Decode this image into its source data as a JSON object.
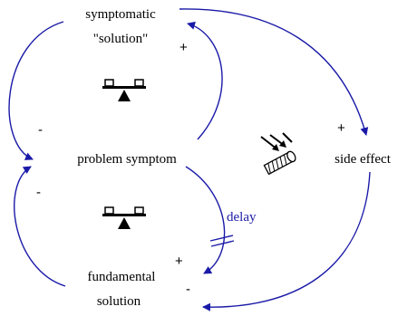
{
  "nodes": {
    "symptomatic_line1": "symptomatic",
    "symptomatic_line2": "\"solution\"",
    "problem_symptom": "problem symptom",
    "side_effect": "side effect",
    "fundamental_line1": "fundamental",
    "fundamental_line2": "solution"
  },
  "links": {
    "symptomatic_to_problem": "-",
    "problem_to_symptomatic": "+",
    "symptomatic_to_side_effect": "+",
    "fundamental_to_problem": "-",
    "problem_to_fundamental": "+",
    "side_effect_to_fundamental": "-",
    "delay_label": "delay"
  },
  "icons": {
    "upper_loop": "balance-scale-icon",
    "lower_loop": "balance-scale-icon",
    "center": "broken-wall-arrows-icon"
  },
  "colors": {
    "link": "#1a1aa8",
    "text": "#000000"
  }
}
